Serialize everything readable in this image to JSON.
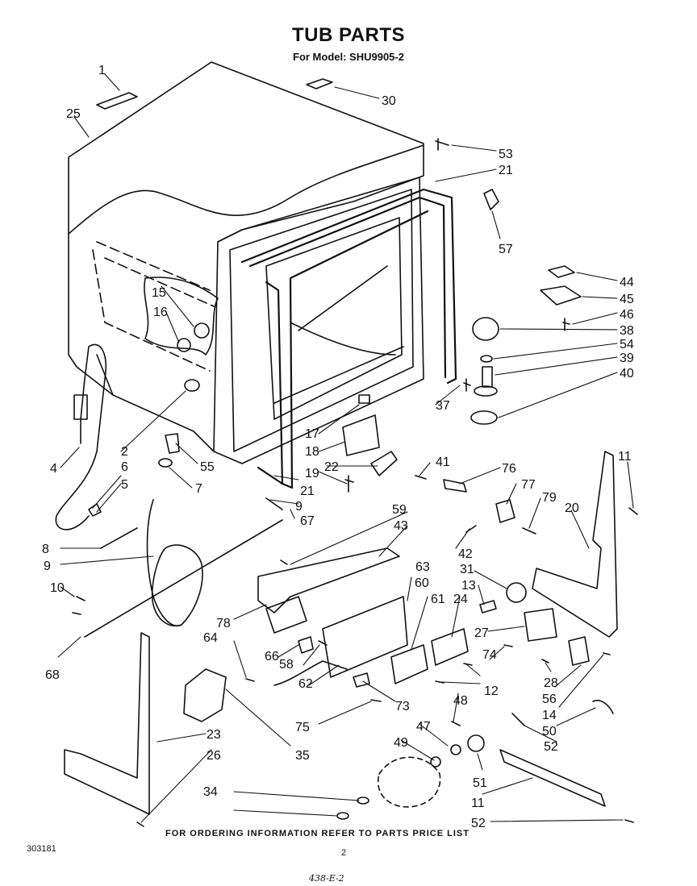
{
  "header": {
    "title": "TUB PARTS",
    "subtitle": "For Model: SHU9905-2"
  },
  "callouts": [
    "1",
    "25",
    "30",
    "53",
    "21",
    "57",
    "44",
    "45",
    "46",
    "38",
    "54",
    "39",
    "40",
    "37",
    "15",
    "16",
    "2",
    "4",
    "6",
    "5",
    "55",
    "7",
    "17",
    "18",
    "19",
    "22",
    "41",
    "76",
    "77",
    "79",
    "42",
    "11",
    "20",
    "21",
    "9",
    "67",
    "59",
    "43",
    "8",
    "9",
    "10",
    "68",
    "78",
    "63",
    "60",
    "61",
    "24",
    "31",
    "13",
    "27",
    "64",
    "66",
    "58",
    "62",
    "73",
    "75",
    "74",
    "12",
    "28",
    "56",
    "14",
    "50",
    "52",
    "48",
    "47",
    "49",
    "51",
    "11",
    "23",
    "26",
    "35",
    "34",
    "52"
  ],
  "footer": {
    "note": "FOR ORDERING INFORMATION REFER TO PARTS PRICE LIST",
    "doc_number": "303181",
    "page": "2",
    "handwritten": "438-E-2"
  }
}
